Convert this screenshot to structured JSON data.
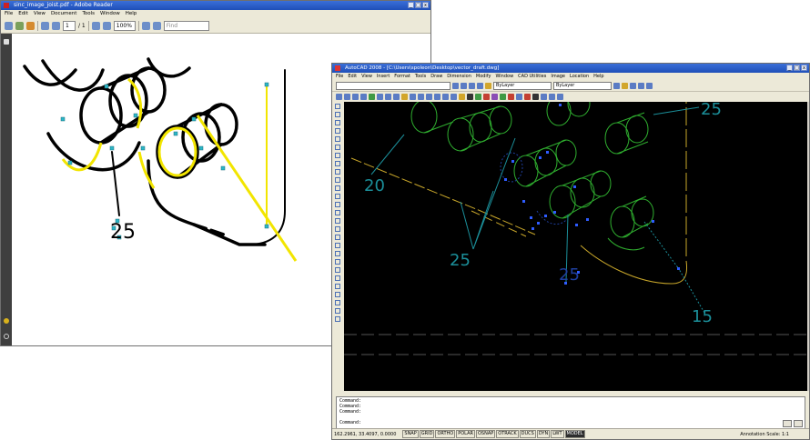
{
  "pdf_window": {
    "title": "sinc_image_joist.pdf - Adobe Reader",
    "menu": [
      "File",
      "Edit",
      "View",
      "Document",
      "Tools",
      "Window",
      "Help"
    ],
    "page_current": "1",
    "page_total": "/ 1",
    "zoom": "100%",
    "find_placeholder": "Find",
    "callout_label": "25"
  },
  "cad_window": {
    "title": "AutoCAD 2008 - [C:\\Users\\spoleon\\Desktop\\vector_draft.dwg]",
    "menu": [
      "File",
      "Edit",
      "View",
      "Insert",
      "Format",
      "Tools",
      "Draw",
      "Dimension",
      "Modify",
      "Window",
      "CAD Utilities",
      "Image",
      "Location",
      "Help"
    ],
    "layer_dropdown": "ByLayer",
    "linetype_dropdown": "ByLayer",
    "callouts": {
      "label_20": "20",
      "label_25_top": "25",
      "label_25_bottom": "25",
      "label_25_mid": "25",
      "label_15": "15"
    },
    "command_lines": [
      "Command:",
      "Command:",
      "Command:",
      "",
      "Command:"
    ],
    "status": {
      "coords": "162.2961, 33.4097, 0.0000",
      "toggles": [
        "SNAP",
        "GRID",
        "ORTHO",
        "POLAR",
        "OSNAP",
        "OTRACK",
        "DUCS",
        "DYN",
        "LWT",
        "MODEL"
      ],
      "annotation_scale": "Annotation Scale: 1:1"
    }
  },
  "colors": {
    "cad_background": "#000000",
    "cad_lines": "#2fae2f",
    "cad_text": "#1b8f9a",
    "trace_highlight": "#f2e500",
    "grip": "#2f5cff",
    "pdf_grip": "#2cb6c7"
  }
}
